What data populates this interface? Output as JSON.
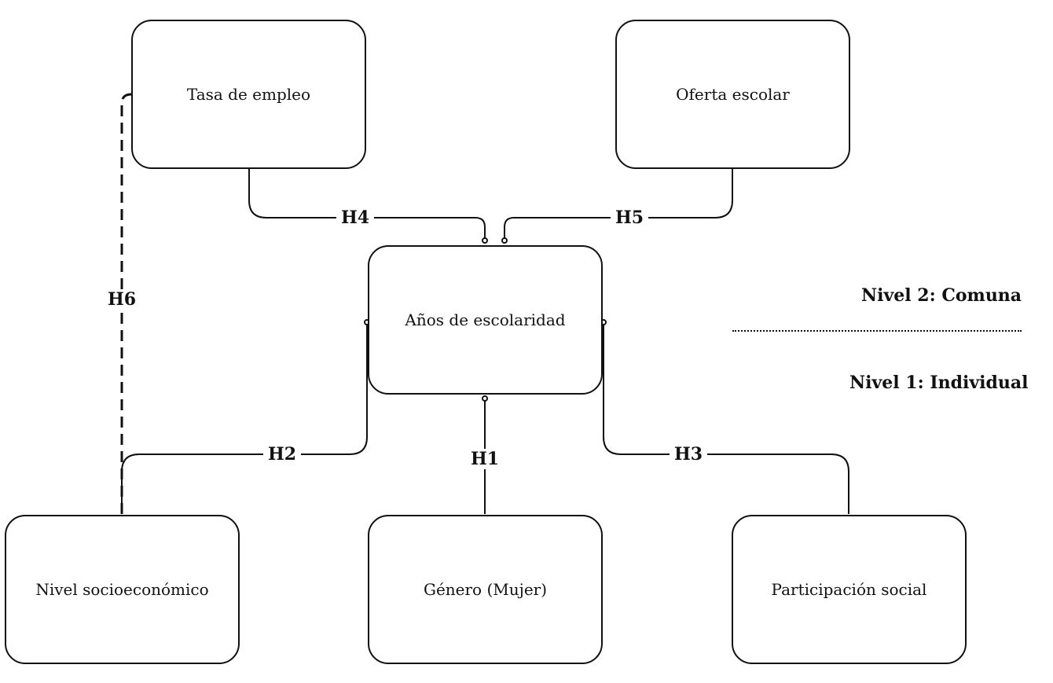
{
  "nodes": {
    "tasa_empleo": "Tasa de empleo",
    "oferta_escolar": "Oferta escolar",
    "anos_escolaridad": "Años de escolaridad",
    "nivel_socioeconomico": "Nivel socioeconómico",
    "genero": "Género (Mujer)",
    "participacion_social": "Participación social"
  },
  "hypotheses": {
    "h1": "H1",
    "h2": "H2",
    "h3": "H3",
    "h4": "H4",
    "h5": "H5",
    "h6": "H6"
  },
  "levels": {
    "level2": "Nivel 2: Comuna",
    "level1": "Nivel 1: Individual"
  },
  "colors": {
    "line": "#111111",
    "background": "#ffffff"
  }
}
